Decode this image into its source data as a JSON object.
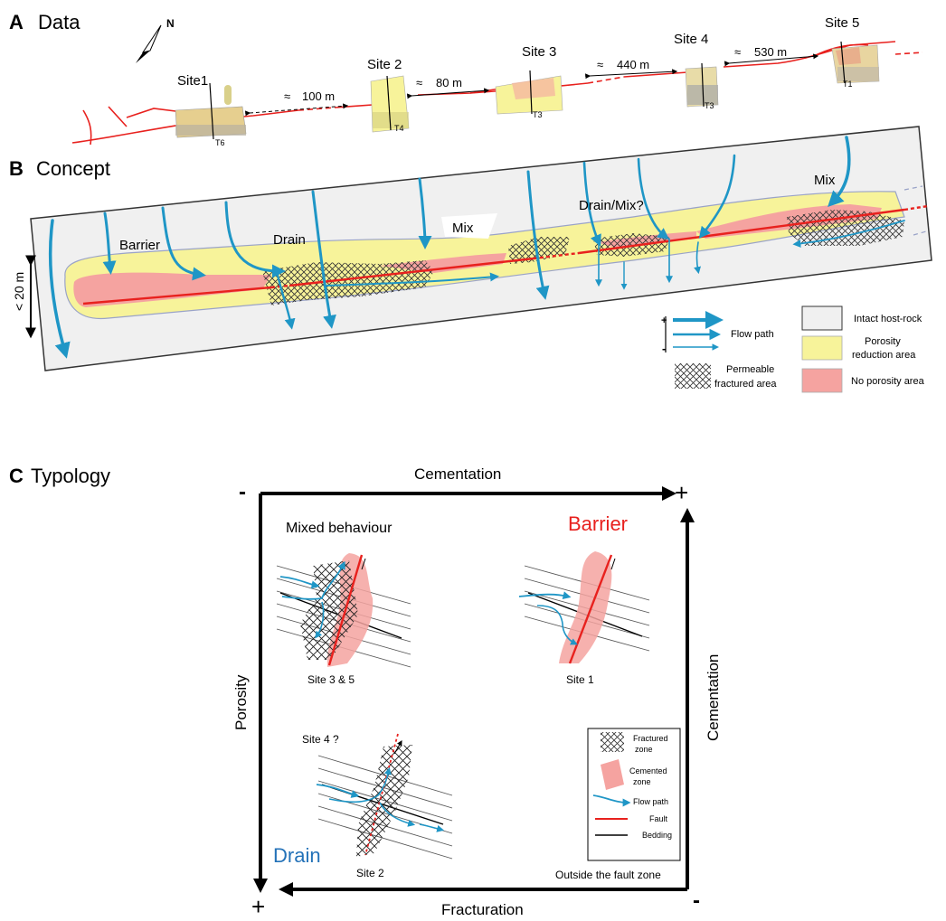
{
  "panel_a": {
    "letter": "A",
    "title": "Data",
    "north": "N",
    "sites": [
      {
        "name": "Site1",
        "transect": "T6"
      },
      {
        "name": "Site 2",
        "transect": "T4"
      },
      {
        "name": "Site 3",
        "transect": "T3"
      },
      {
        "name": "Site 4",
        "transect": "T3"
      },
      {
        "name": "Site 5",
        "transect": "T1"
      }
    ],
    "distances": [
      "100 m",
      "80 m",
      "440 m",
      "530 m"
    ],
    "approx_symbol": "≈"
  },
  "panel_b": {
    "letter": "B",
    "title": "Concept",
    "scale": "< 20 m",
    "zone_labels": [
      "Barrier",
      "Drain",
      "Mix",
      "Drain/Mix?",
      "Mix"
    ],
    "legend": {
      "plus": "+",
      "minus": "-",
      "flow_path": "Flow path",
      "fractured_line1": "Permeable",
      "fractured_line2": "fractured area",
      "intact": "Intact host-rock",
      "porosity_line1": "Porosity",
      "porosity_line2": "reduction area",
      "no_porosity": "No porosity area"
    }
  },
  "panel_c": {
    "letter": "C",
    "title": "Typology",
    "top_axis": "Cementation",
    "right_axis": "Cementation",
    "left_axis": "Porosity",
    "bottom_axis": "Fracturation",
    "plus": "+",
    "minus": "-",
    "mixed_title": "Mixed behaviour",
    "barrier_title": "Barrier",
    "drain_title": "Drain",
    "site_35": "Site 3 & 5",
    "site_1": "Site 1",
    "site_4": "Site 4 ?",
    "site_2": "Site 2",
    "outside": "Outside the fault zone",
    "legend": {
      "fractured_line1": "Fractured",
      "fractured_line2": "zone",
      "cemented_line1": "Cemented",
      "cemented_line2": "zone",
      "flow": "Flow path",
      "fault": "Fault",
      "bedding": "Bedding"
    }
  },
  "colors": {
    "fault": "#e8211e",
    "flow": "#1f96c6",
    "yellow": "#f7f39a",
    "pink": "#f5a3a0",
    "intact": "#f0f0f0",
    "barrier_text": "#e8211e",
    "drain_text": "#2472b8"
  }
}
